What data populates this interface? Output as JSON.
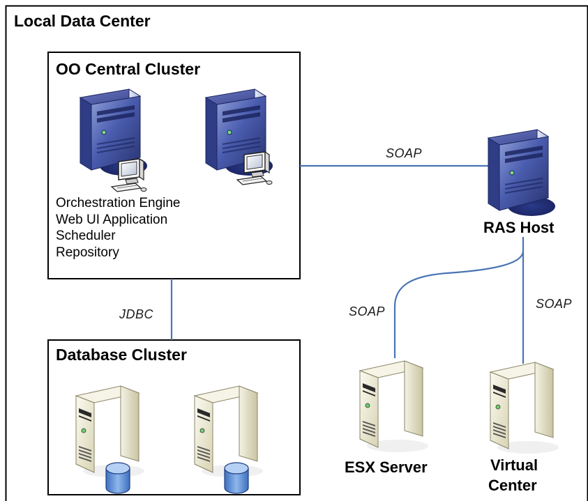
{
  "diagram": {
    "title": "Local Data Center",
    "clusters": {
      "central": {
        "title": "OO Central Cluster",
        "roles": [
          "Orchestration Engine",
          "Web UI Application",
          "Scheduler",
          "Repository"
        ]
      },
      "database": {
        "title": "Database Cluster"
      }
    },
    "nodes": {
      "ras_host": "RAS Host",
      "esx_server": "ESX Server",
      "virtual_center_line1": "Virtual",
      "virtual_center_line2": "Center"
    },
    "connections": {
      "central_to_ras": "SOAP",
      "central_to_db": "JDBC",
      "ras_to_esx": "SOAP",
      "ras_to_vc": "SOAP"
    },
    "colors": {
      "connector": "#4a74b5",
      "border": "#000000",
      "server_blue": "#3f4e9c",
      "server_beige": "#e9e6cf",
      "database_blue": "#5b8fd6"
    },
    "icons": [
      "server-workstation-icon",
      "server-icon",
      "database-server-icon"
    ]
  }
}
